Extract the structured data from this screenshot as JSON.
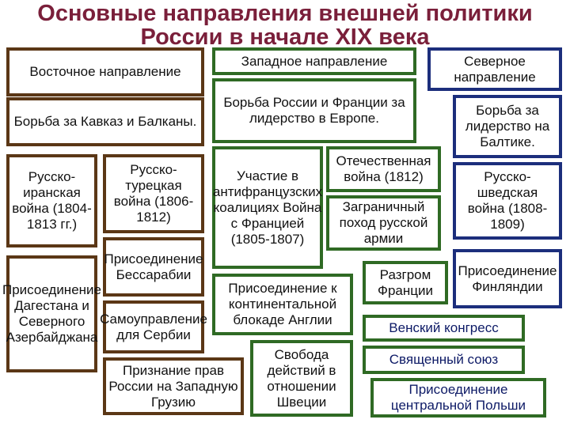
{
  "title": {
    "line1": "Основные направления внешней политики",
    "line2": "России в начале XIX века"
  },
  "colors": {
    "title": "#7a1f3a",
    "east_border": "#5b3716",
    "west_border": "#2f6a24",
    "north_border": "#1c2e7c"
  },
  "east": {
    "header": "Восточное направление",
    "goal": "Борьба за Кавказ и Балканы.",
    "war_iran": "Русско-иранская война (1804-1813 гг.)",
    "war_turkey": "Русско-турецкая война (1806-1812)",
    "dagestan": "Присоединение Дагестана и Северного Азербайджана",
    "bessarabia": "Присоединение Бессарабии",
    "serbia": "Самоуправление для Сербии",
    "georgia": "Признание прав России на Западную Грузию"
  },
  "west": {
    "header": "Западное направление",
    "goal": "Борьба России и Франции за лидерство в Европе.",
    "coalitions": "Участие в антифранцузских коалициях Война с Францией (1805-1807)",
    "patriotic_war": "Отечественная война (1812)",
    "foreign_campaign": "Заграничный поход русской армии",
    "blockade": "Присоединение к континентальной блокаде Англии",
    "defeat_france": "Разгром Франции",
    "sweden_freedom": "Свобода действий в отношении Швеции",
    "vienna": "Венский конгресс",
    "holy_union": "Священный союз",
    "poland": "Присоединение центральной Польши"
  },
  "north": {
    "header": "Северное направление",
    "goal": "Борьба за лидерство на Балтике.",
    "war_sweden": "Русско-шведская война (1808-1809)",
    "finland": "Присоединение Финляндии"
  }
}
